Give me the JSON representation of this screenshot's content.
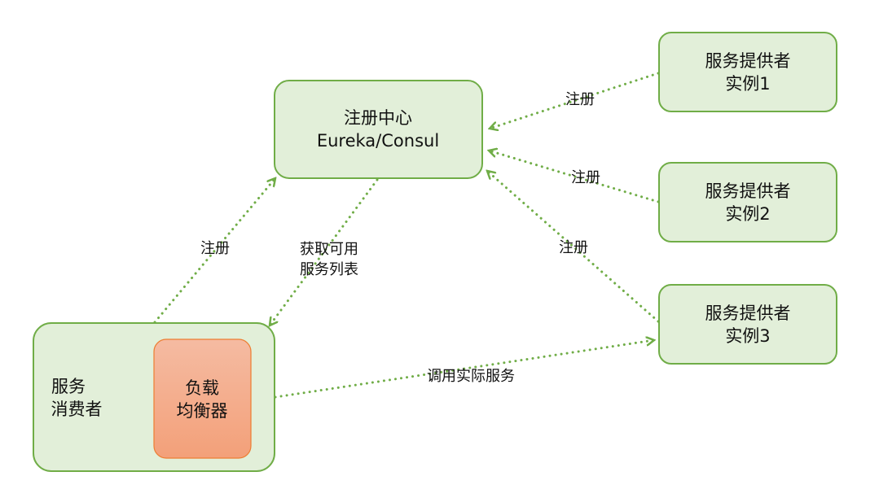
{
  "colors": {
    "node_fill": "#e2efd9",
    "node_stroke": "#70ad47",
    "lb_fill": "#f4aa88",
    "lb_stroke": "#ed7d31",
    "edge": "#70ad47"
  },
  "nodes": {
    "registry": {
      "line1": "注册中心",
      "line2": "Eureka/Consul"
    },
    "provider1": {
      "line1": "服务提供者",
      "line2": "实例1"
    },
    "provider2": {
      "line1": "服务提供者",
      "line2": "实例2"
    },
    "provider3": {
      "line1": "服务提供者",
      "line2": "实例3"
    },
    "consumer": {
      "line1": "服务",
      "line2": "消费者"
    },
    "load_balancer": {
      "line1": "负载",
      "line2": "均衡器"
    }
  },
  "edges": {
    "p1_register": "注册",
    "p2_register": "注册",
    "p3_register": "注册",
    "consumer_register": "注册",
    "fetch_line1": "获取可用",
    "fetch_line2": "服务列表",
    "invoke": "调用实际服务"
  }
}
